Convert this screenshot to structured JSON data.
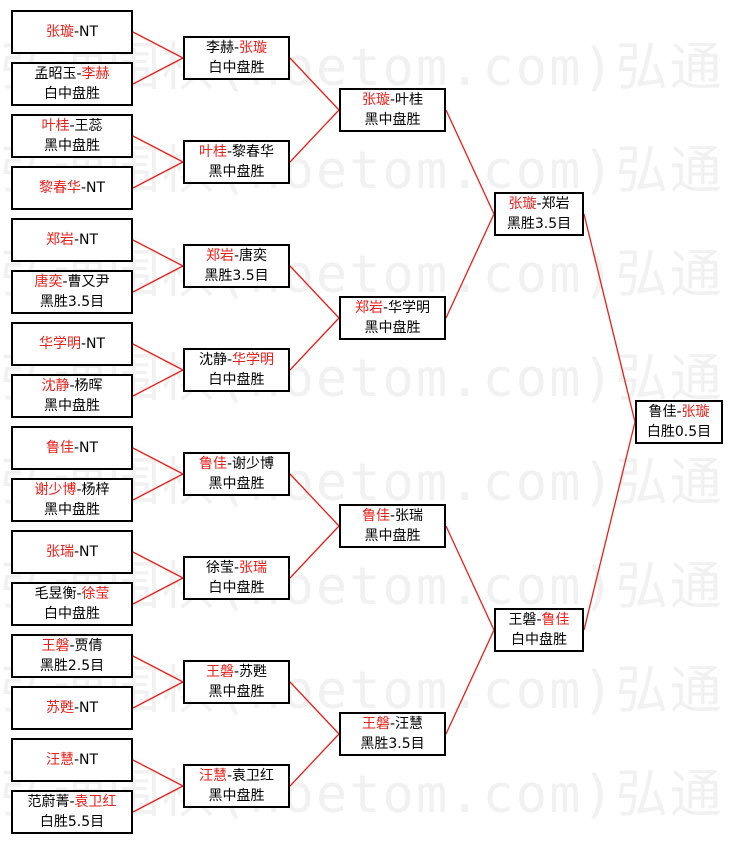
{
  "watermark": "弘通围棋(hoetom.com)弘通",
  "colors": {
    "winner": "#e8201b",
    "line": "#e8201b",
    "border": "#000000",
    "text": "#000000"
  },
  "round1": [
    {
      "p1": "张璇",
      "sep": "-",
      "p2": "NT",
      "winner": 1,
      "result": ""
    },
    {
      "p1": "孟昭玉",
      "sep": "-",
      "p2": "李赫",
      "winner": 2,
      "result": "白中盘胜"
    },
    {
      "p1": "叶桂",
      "sep": "-",
      "p2": "王蕊",
      "winner": 1,
      "result": "黑中盘胜"
    },
    {
      "p1": "黎春华",
      "sep": "-",
      "p2": "NT",
      "winner": 1,
      "result": ""
    },
    {
      "p1": "郑岩",
      "sep": "-",
      "p2": "NT",
      "winner": 1,
      "result": ""
    },
    {
      "p1": "唐奕",
      "sep": "-",
      "p2": "曹又尹",
      "winner": 1,
      "result": "黑胜3.5目"
    },
    {
      "p1": "华学明",
      "sep": "-",
      "p2": "NT",
      "winner": 1,
      "result": ""
    },
    {
      "p1": "沈静",
      "sep": "-",
      "p2": "杨晖",
      "winner": 1,
      "result": "黑中盘胜"
    },
    {
      "p1": "鲁佳",
      "sep": "-",
      "p2": "NT",
      "winner": 1,
      "result": ""
    },
    {
      "p1": "谢少博",
      "sep": "-",
      "p2": "杨梓",
      "winner": 1,
      "result": "黑中盘胜"
    },
    {
      "p1": "张瑞",
      "sep": "-",
      "p2": "NT",
      "winner": 1,
      "result": ""
    },
    {
      "p1": "毛昱衡",
      "sep": "-",
      "p2": "徐莹",
      "winner": 2,
      "result": "白中盘胜"
    },
    {
      "p1": "王磐",
      "sep": "-",
      "p2": "贾倩",
      "winner": 1,
      "result": "黑胜2.5目"
    },
    {
      "p1": "苏甦",
      "sep": "-",
      "p2": "NT",
      "winner": 1,
      "result": ""
    },
    {
      "p1": "汪慧",
      "sep": "-",
      "p2": "NT",
      "winner": 1,
      "result": ""
    },
    {
      "p1": "范蔚菁",
      "sep": "-",
      "p2": "袁卫红",
      "winner": 2,
      "result": "白胜5.5目"
    }
  ],
  "round2": [
    {
      "p1": "李赫",
      "sep": "-",
      "p2": "张璇",
      "winner": 2,
      "result": "白中盘胜"
    },
    {
      "p1": "叶桂",
      "sep": "-",
      "p2": "黎春华",
      "winner": 1,
      "result": "黑中盘胜"
    },
    {
      "p1": "郑岩",
      "sep": "-",
      "p2": "唐奕",
      "winner": 1,
      "result": "黑胜3.5目"
    },
    {
      "p1": "沈静",
      "sep": "-",
      "p2": "华学明",
      "winner": 2,
      "result": "白中盘胜"
    },
    {
      "p1": "鲁佳",
      "sep": "-",
      "p2": "谢少博",
      "winner": 1,
      "result": "黑中盘胜"
    },
    {
      "p1": "徐莹",
      "sep": "-",
      "p2": "张瑞",
      "winner": 2,
      "result": "白中盘胜"
    },
    {
      "p1": "王磐",
      "sep": "-",
      "p2": "苏甦",
      "winner": 1,
      "result": "黑中盘胜"
    },
    {
      "p1": "汪慧",
      "sep": "-",
      "p2": "袁卫红",
      "winner": 1,
      "result": "黑中盘胜"
    }
  ],
  "round3": [
    {
      "p1": "张璇",
      "sep": "-",
      "p2": "叶桂",
      "winner": 1,
      "result": "黑中盘胜"
    },
    {
      "p1": "郑岩",
      "sep": "-",
      "p2": "华学明",
      "winner": 1,
      "result": "黑中盘胜"
    },
    {
      "p1": "鲁佳",
      "sep": "-",
      "p2": "张瑞",
      "winner": 1,
      "result": "黑中盘胜"
    },
    {
      "p1": "王磐",
      "sep": "-",
      "p2": "汪慧",
      "winner": 1,
      "result": "黑胜3.5目"
    }
  ],
  "round4": [
    {
      "p1": "张璇",
      "sep": "-",
      "p2": "郑岩",
      "winner": 1,
      "result": "黑胜3.5目"
    },
    {
      "p1": "王磐",
      "sep": "-",
      "p2": "鲁佳",
      "winner": 2,
      "result": "白中盘胜"
    }
  ],
  "round5": [
    {
      "p1": "鲁佳",
      "sep": "-",
      "p2": "张璇",
      "winner": 2,
      "result": "白胜0.5目"
    }
  ]
}
